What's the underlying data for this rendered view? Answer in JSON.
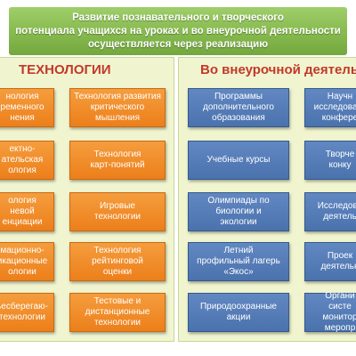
{
  "title_lines": [
    "Развитие познавательного и творческого",
    "потенциала учащихся на уроках и во внеурочной деятельности",
    "осуществляется через  реализацию"
  ],
  "left_panel": {
    "heading": "ТЕХНОЛОГИИ",
    "col1": [
      [
        "нология",
        "ременного",
        "нения"
      ],
      [
        "ектно-",
        "ательская",
        "ология"
      ],
      [
        "ология",
        "невой",
        "енциации"
      ],
      [
        "мационно-",
        "икационные",
        "ологии"
      ],
      [
        "ьесберегаю-",
        "технологии"
      ]
    ],
    "col2": [
      [
        "Технология развития",
        "критического",
        "мышления"
      ],
      [
        "Технология",
        "карт-понятий"
      ],
      [
        "Игровые",
        "технологии"
      ],
      [
        "Технология",
        "рейтинговой",
        "оценки"
      ],
      [
        "Тестовые  и",
        "дистанционные",
        "технологии"
      ]
    ]
  },
  "right_panel": {
    "heading": "Во внеурочной деятельн",
    "col1": [
      [
        "Программы",
        "дополнительного",
        "образования"
      ],
      [
        "Учебные    курсы"
      ],
      [
        "Олимпиады по",
        "биологии и",
        "экологии"
      ],
      [
        "Летний",
        "профильный лагерь",
        "«Экос»"
      ],
      [
        "Природоохранные",
        "акции"
      ]
    ],
    "col2": [
      [
        "Научн",
        "исследовате",
        "конфере"
      ],
      [
        "Творче",
        "конку"
      ],
      [
        "Исследова",
        "деятель"
      ],
      [
        "Проек",
        "деятельн"
      ],
      [
        "Органи",
        "систе",
        "монитор",
        "меропр"
      ]
    ]
  }
}
